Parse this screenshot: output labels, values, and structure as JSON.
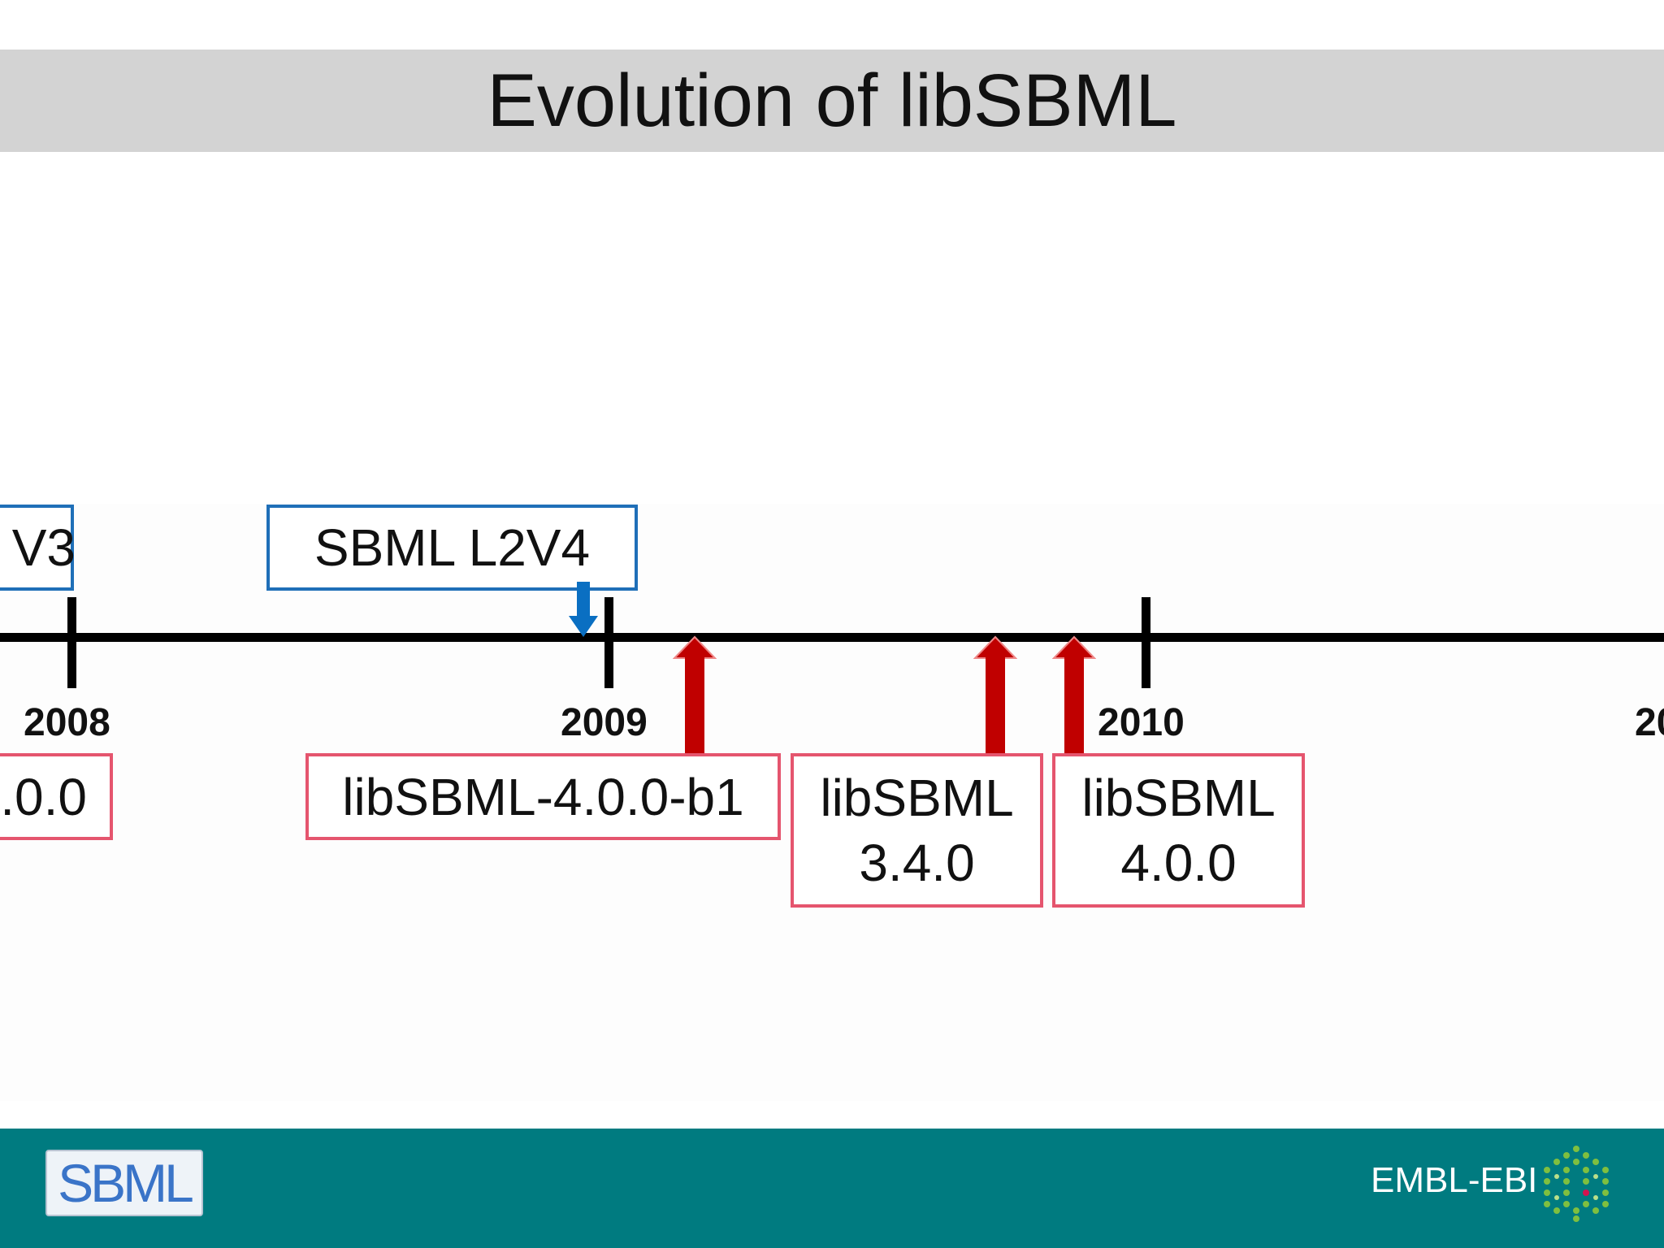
{
  "title": "Evolution of libSBML",
  "timeline": {
    "years": [
      "2008",
      "2009",
      "2010",
      "20"
    ],
    "spec_boxes": [
      {
        "label": "V3"
      },
      {
        "label": "SBML L2V4"
      }
    ],
    "release_boxes": [
      {
        "label": ".0.0"
      },
      {
        "label": "libSBML-4.0.0-b1"
      },
      {
        "label": "libSBML\n3.4.0"
      },
      {
        "label": "libSBML\n4.0.0"
      }
    ]
  },
  "footer": {
    "sbml_logo_text": "SBML",
    "org_name": "EMBL-EBI"
  },
  "colors": {
    "title_bar": "#d3d3d3",
    "footer": "#007b80",
    "spec_border": "#1f6fb8",
    "release_border": "#e5556e",
    "release_arrow": "#c00000",
    "spec_arrow": "#0a6fc2"
  }
}
